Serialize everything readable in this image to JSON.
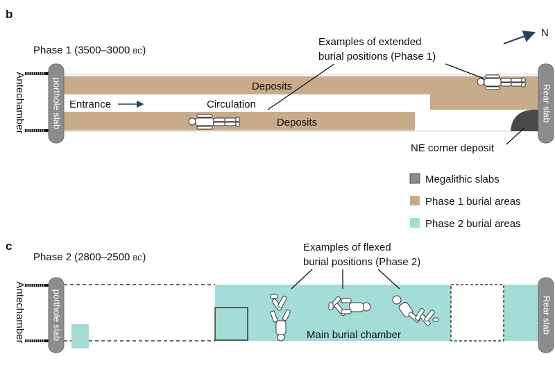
{
  "panel_b": {
    "letter": "b",
    "phase_label": "Phase 1 (3500–3000",
    "era": "BC",
    "close": ")",
    "antechamber": "Antechamber",
    "porthole": "porthole slab",
    "rear": "Rear slab",
    "entrance": "Entrance",
    "circulation": "Circulation",
    "deposits_top": "Deposits",
    "deposits_bottom": "Deposits",
    "extended_line1": "Examples of extended",
    "extended_line2": "burial positions (Phase 1)",
    "ne_corner": "NE corner deposit",
    "north": "N"
  },
  "legend": {
    "items": [
      {
        "label": "Megalithic slabs",
        "color": "#8c8c8c"
      },
      {
        "label": "Phase 1 burial areas",
        "color": "#c8ab8b"
      },
      {
        "label": "Phase 2 burial areas",
        "color": "#a4dcd8"
      }
    ]
  },
  "panel_c": {
    "letter": "c",
    "phase_label": "Phase 2  (2800–2500",
    "era": "BC",
    "close": ")",
    "antechamber": "Antechamber",
    "porthole": "porthole slab",
    "rear": "Rear slab",
    "flexed_line1": "Examples of flexed",
    "flexed_line2": "burial positions (Phase 2)",
    "main_chamber": "Main burial chamber"
  },
  "colors": {
    "phase1": "#c8ab8b",
    "phase2": "#a4dcd8",
    "slab": "#8c8c8c",
    "dark_deposit": "#4a4a4a"
  }
}
